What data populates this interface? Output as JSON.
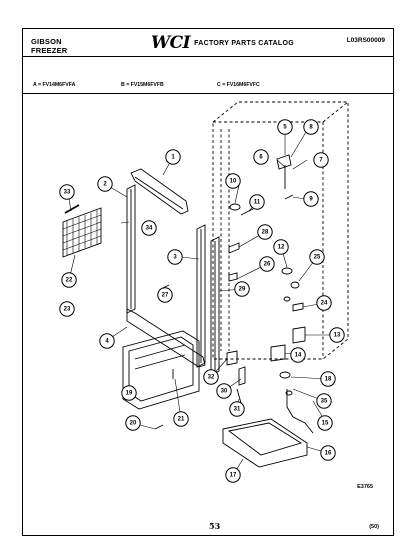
{
  "header": {
    "brand_line1": "GIBSON",
    "brand_line2": "FREEZER",
    "logo_text": "WCI",
    "catalog_title": "FACTORY PARTS CATALOG",
    "catalog_code": "L03RS00009"
  },
  "models": [
    "A = FV14M6FVFA",
    "B = FV15M6FVFB",
    "C = FV16M6FVFC"
  ],
  "figure_code": "E3765",
  "page_number": "53",
  "revision": "(50)",
  "callouts": [
    {
      "n": "1"
    },
    {
      "n": "2"
    },
    {
      "n": "3"
    },
    {
      "n": "4"
    },
    {
      "n": "5"
    },
    {
      "n": "6"
    },
    {
      "n": "7"
    },
    {
      "n": "8"
    },
    {
      "n": "9"
    },
    {
      "n": "10"
    },
    {
      "n": "11"
    },
    {
      "n": "12"
    },
    {
      "n": "13"
    },
    {
      "n": "14"
    },
    {
      "n": "15"
    },
    {
      "n": "16"
    },
    {
      "n": "17"
    },
    {
      "n": "18"
    },
    {
      "n": "19"
    },
    {
      "n": "20"
    },
    {
      "n": "21"
    },
    {
      "n": "22"
    },
    {
      "n": "23"
    },
    {
      "n": "24"
    },
    {
      "n": "25"
    },
    {
      "n": "26"
    },
    {
      "n": "27"
    },
    {
      "n": "28"
    },
    {
      "n": "29"
    },
    {
      "n": "30"
    },
    {
      "n": "31"
    },
    {
      "n": "32"
    },
    {
      "n": "33"
    },
    {
      "n": "34"
    },
    {
      "n": "35"
    }
  ]
}
